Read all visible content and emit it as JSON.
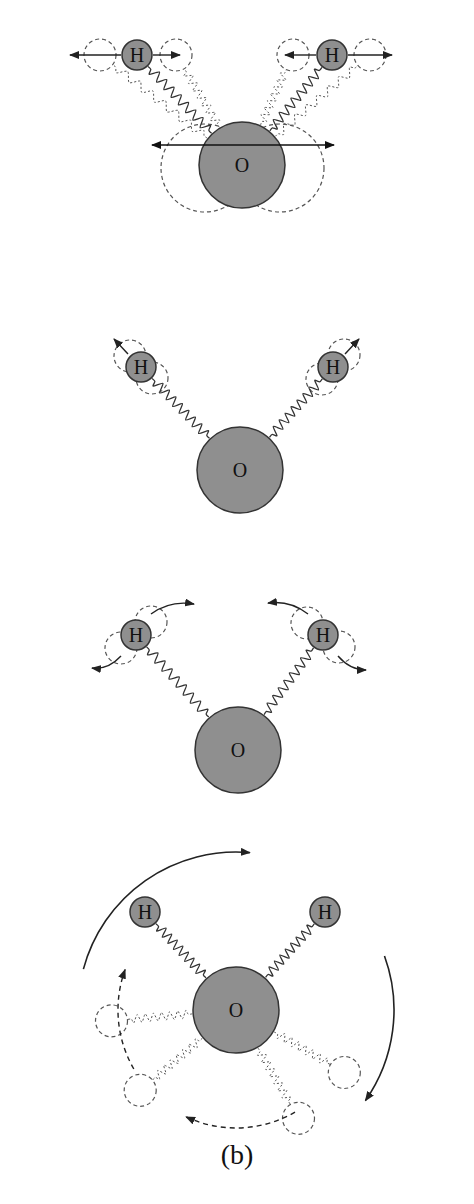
{
  "diagram": {
    "caption": "(b)",
    "nodes": [
      {
        "text": [
          "H"
        ]
      },
      {
        "text": [
          "H"
        ]
      },
      {
        "text": [
          "O"
        ]
      },
      {
        "text": [
          "H"
        ]
      },
      {
        "text": [
          "H"
        ]
      },
      {
        "text": [
          "O"
        ]
      },
      {
        "text": [
          "H"
        ]
      },
      {
        "text": [
          "H"
        ]
      },
      {
        "text": [
          "O"
        ]
      },
      {
        "text": [
          "H"
        ]
      },
      {
        "text": [
          "H"
        ]
      },
      {
        "text": [
          "O"
        ]
      }
    ],
    "edges": [
      {
        "from": 2,
        "to": 0,
        "arrow": "none"
      },
      {
        "from": 2,
        "to": 1,
        "arrow": "none"
      },
      {
        "from": 5,
        "to": 3,
        "arrow": "none"
      },
      {
        "from": 5,
        "to": 4,
        "arrow": "none"
      },
      {
        "from": 8,
        "to": 6,
        "arrow": "none"
      },
      {
        "from": 8,
        "to": 7,
        "arrow": "none"
      },
      {
        "from": 11,
        "to": 9,
        "arrow": "none"
      },
      {
        "from": 11,
        "to": 10,
        "arrow": "none"
      }
    ]
  }
}
